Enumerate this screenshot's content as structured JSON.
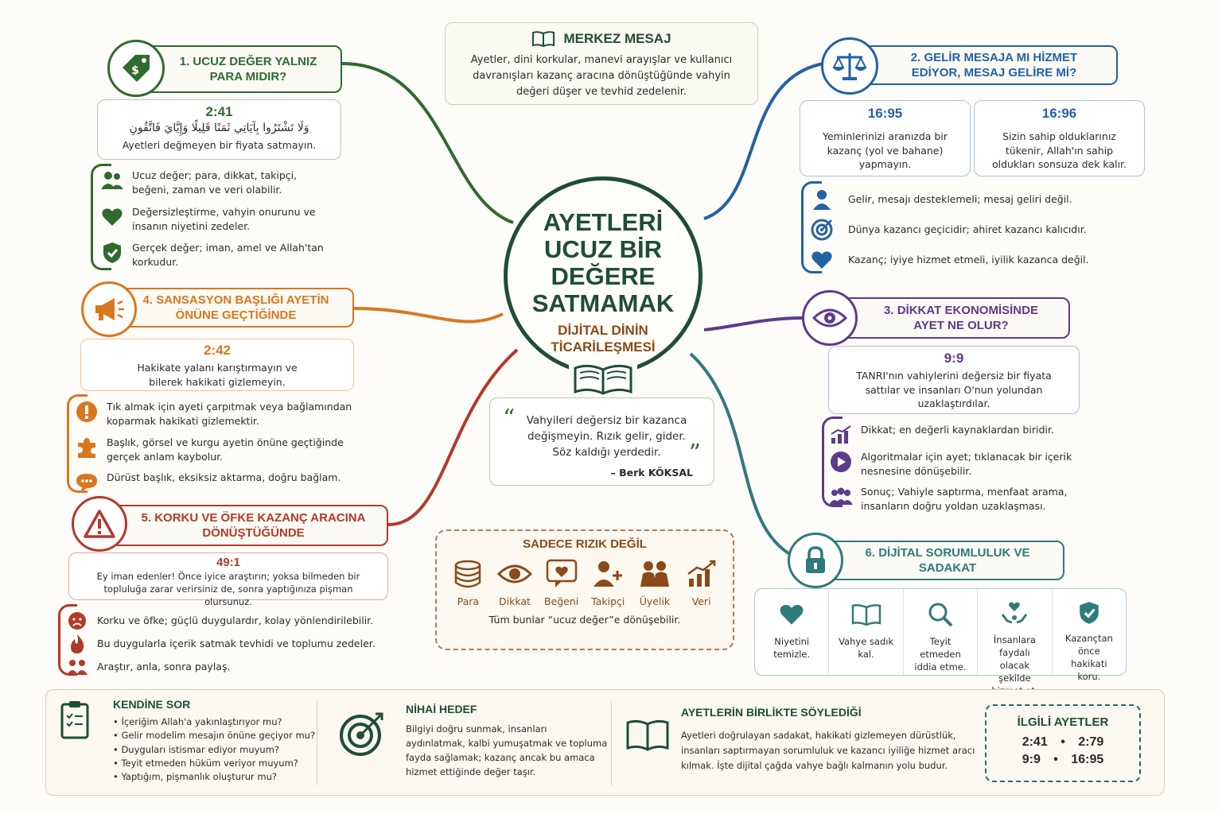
{
  "colors": {
    "green": "#2f6b2f",
    "blue": "#2362a3",
    "purple": "#5e3a8c",
    "orange": "#d9771e",
    "red": "#b23a2a",
    "teal": "#2f7a7a",
    "dark_green": "#1f4d36",
    "brown": "#8a4a1a"
  },
  "center": {
    "title_lines": [
      "AYETLERİ",
      "UCUZ BİR",
      "DEĞERE",
      "SATMAMAK"
    ],
    "subtitle_lines": [
      "DİJİTAL DİNİN",
      "TİCARİLEŞMESİ"
    ],
    "icon": "open-book-icon"
  },
  "merkez": {
    "title": "MERKEZ MESAJ",
    "text": "Ayetler, dini korkular, manevi arayışlar ve kullanıcı davranışları kazanç aracına dönüştüğünde vahyin değeri düşer ve tevhid zedelenir.",
    "icon": "book-icon"
  },
  "quote": {
    "text": "Vahyileri değersiz bir kazanca değişmeyin. Rızık gelir, gider. Söz kaldığı yerdedir.",
    "author": "– Berk KÖKSAL"
  },
  "b1": {
    "title": "1. UCUZ DEĞER YALNIZ PARA MIDIR?",
    "ref": "2:41",
    "arabic": "وَلَا تَشْتَرُوا بِآيَاتِي ثَمَنًا قَلِيلًا وَإِيَّايَ فَاتَّقُونِ",
    "translation": "Ayetleri değmeyen bir fiyata satmayın.",
    "points": [
      {
        "icon": "users-icon",
        "text": "Ucuz değer; para, dikkat, takipçi, beğeni, zaman ve veri olabilir."
      },
      {
        "icon": "heart-icon",
        "text": "Değersizleştirme, vahyin onurunu ve insanın niyetini zedeler."
      },
      {
        "icon": "shield-check-icon",
        "text": "Gerçek değer; iman, amel ve Allah'tan korkudur."
      }
    ]
  },
  "b2": {
    "title": "2. GELİR MESAJA MI HİZMET EDİYOR, MESAJ GELİRE Mİ?",
    "refs": [
      {
        "ref": "16:95",
        "text": "Yeminlerinizi aranızda bir kazanç (yol ve bahane) yapmayın."
      },
      {
        "ref": "16:96",
        "text": "Sizin sahip olduklarınız tükenir, Allah'ın sahip oldukları sonsuza dek kalır."
      }
    ],
    "points": [
      {
        "icon": "person-icon",
        "text": "Gelir, mesajı desteklemeli; mesaj geliri değil."
      },
      {
        "icon": "target-icon",
        "text": "Dünya kazancı geçicidir; ahiret kazancı kalıcıdır."
      },
      {
        "icon": "heart-icon",
        "text": "Kazanç; iyiye hizmet etmeli, iyilik kazanca değil."
      }
    ]
  },
  "b3": {
    "title": "3. DİKKAT EKONOMİSİNDE AYET NE OLUR?",
    "ref": "9:9",
    "text": "TANRI'nın vahiylerini değersiz bir fiyata sattılar ve insanları O'nun yolundan uzaklaştırdılar.",
    "points": [
      {
        "icon": "chart-up-icon",
        "text": "Dikkat; en değerli kaynaklardan biridir."
      },
      {
        "icon": "play-icon",
        "text": "Algoritmalar için ayet; tıklanacak bir içerik nesnesine dönüşebilir."
      },
      {
        "icon": "group-icon",
        "text": "Sonuç; Vahiyle saptırma, menfaat arama, insanların doğru yoldan uzaklaşması."
      }
    ]
  },
  "b4": {
    "title": "4. SANSASYON BAŞLIĞI AYETİN ÖNÜNE GEÇTİĞİNDE",
    "ref": "2:42",
    "text": "Hakikate yalanı karıştırmayın ve bilerek hakikati gizlemeyin.",
    "points": [
      {
        "icon": "alert-circle-icon",
        "text": "Tık almak için ayeti çarpıtmak veya bağlamından koparmak hakikati gizlemektir."
      },
      {
        "icon": "puzzle-icon",
        "text": "Başlık, görsel ve kurgu ayetin önüne geçtiğinde gerçek anlam kaybolur."
      },
      {
        "icon": "speech-bubble-icon",
        "text": "Dürüst başlık, eksiksiz aktarma, doğru bağlam."
      }
    ]
  },
  "b5": {
    "title": "5. KORKU VE ÖFKE KAZANÇ ARACINA DÖNÜŞTÜĞÜNDE",
    "ref": "49:1",
    "text": "Ey iman edenler! Önce iyice araştırın; yoksa bilmeden bir topluluğa zarar verirsiniz de, sonra yaptığınıza pişman olursunuz.",
    "points": [
      {
        "icon": "angry-face-icon",
        "text": "Korku ve öfke; güçlü duygulardır, kolay yönlendirilebilir."
      },
      {
        "icon": "fire-icon",
        "text": "Bu duygularla içerik satmak tevhidi ve toplumu zedeler."
      },
      {
        "icon": "people-icon",
        "text": "Araştır, anla, sonra paylaş."
      }
    ]
  },
  "b6": {
    "title": "6. DİJİTAL SORUMLULUK VE SADAKAT",
    "items": [
      {
        "icon": "heart-icon",
        "text": "Niyetini temizle."
      },
      {
        "icon": "book-icon",
        "text": "Vahye sadık kal."
      },
      {
        "icon": "magnifier-icon",
        "text": "Teyit etmeden iddia etme."
      },
      {
        "icon": "helping-hands-icon",
        "text": "İnsanlara faydalı olacak şekilde hizmet et."
      },
      {
        "icon": "shield-check-icon",
        "text": "Kazançtan önce hakikati koru."
      }
    ]
  },
  "rizik": {
    "title": "SADECE RIZIK DEĞİL",
    "items": [
      {
        "icon": "coins-icon",
        "label": "Para"
      },
      {
        "icon": "eye-icon",
        "label": "Dikkat"
      },
      {
        "icon": "heart-bubble-icon",
        "label": "Beğeni"
      },
      {
        "icon": "add-user-icon",
        "label": "Takipçi"
      },
      {
        "icon": "members-icon",
        "label": "Üyelik"
      },
      {
        "icon": "data-chart-icon",
        "label": "Veri"
      }
    ],
    "footer": "Tüm bunlar “ucuz değer”e dönüşebilir."
  },
  "bottom": {
    "kendine": {
      "title": "KENDİNE SOR",
      "items": [
        "İçeriğim Allah'a yakınlaştırıyor mu?",
        "Gelir modelim mesajın önüne geçiyor mu?",
        "Duyguları istismar ediyor muyum?",
        "Teyit etmeden hüküm veriyor muyum?",
        "Yaptığım, pişmanlık oluşturur mu?"
      ]
    },
    "nihai": {
      "title": "NİHAİ HEDEF",
      "text": "Bilgiyi doğru sunmak, insanları aydınlatmak, kalbi yumuşatmak ve topluma fayda sağlamak; kazanç ancak bu amaca hizmet ettiğinde değer taşır."
    },
    "birlikte": {
      "title": "AYETLERİN BİRLİKTE SÖYLEDİĞİ",
      "text": "Ayetleri doğrulayan sadakat, hakikati gizlemeyen dürüstlük, insanları saptırmayan sorumluluk ve kazancı iyiliğe hizmet aracı kılmak. İşte dijital çağda vahye bağlı kalmanın yolu budur."
    },
    "ilgili": {
      "title": "İLGİLİ AYETLER",
      "row1": [
        "2:41",
        "2:79"
      ],
      "row2": [
        "9:9",
        "16:95"
      ]
    }
  }
}
